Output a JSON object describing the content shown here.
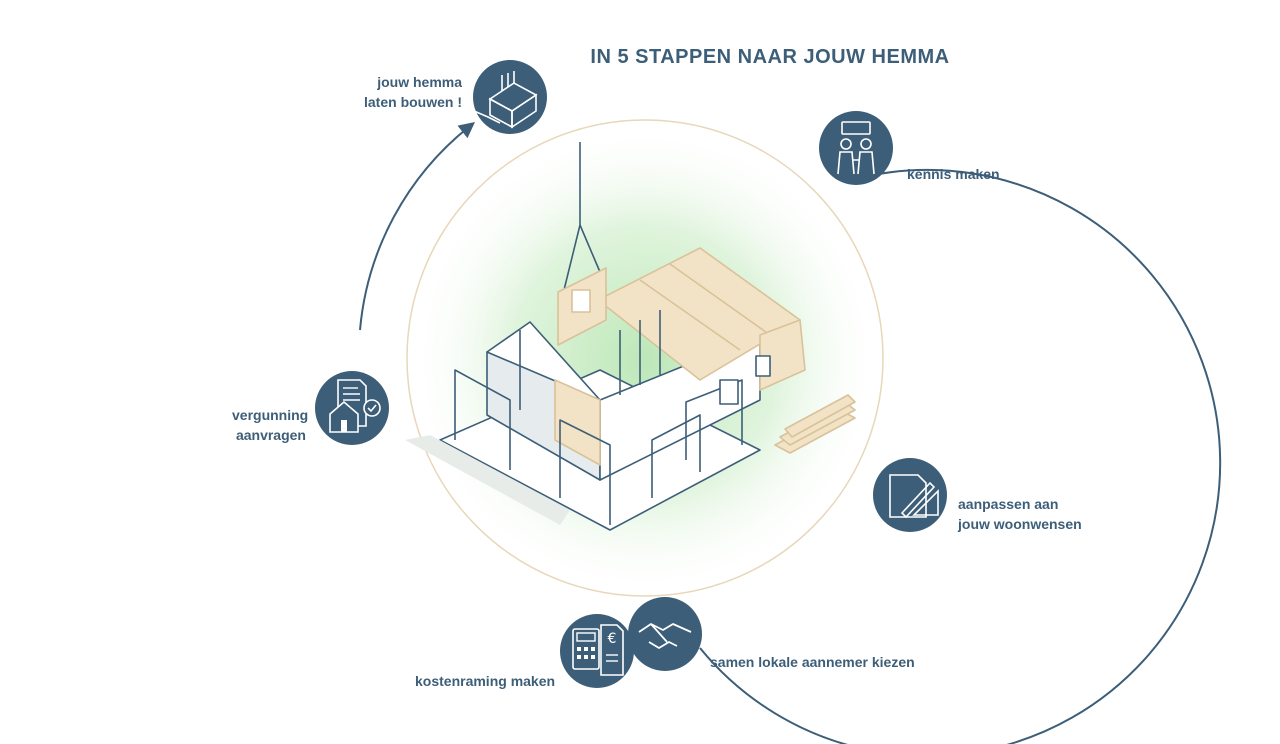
{
  "title": "IN 5 STAPPEN NAAR JOUW HEMMA",
  "colors": {
    "primary": "#3d5e78",
    "glow": "#c8ecc8",
    "wood": "#f3e3c6",
    "ring": "#e8d7b8"
  },
  "steps": [
    {
      "icon": "handshake-meeting-icon",
      "lines": [
        "kennis maken"
      ]
    },
    {
      "icon": "drawing-pen-ruler-icon",
      "lines": [
        "aanpassen aan",
        "jouw woonwensen"
      ]
    },
    {
      "icon": "handshake-icon",
      "lines": [
        "samen lokale aannemer kiezen"
      ]
    },
    {
      "icon": "calculator-invoice-icon",
      "lines": [
        "kostenraming maken"
      ]
    },
    {
      "icon": "permit-document-house-icon",
      "lines": [
        "vergunning",
        "aanvragen"
      ]
    },
    {
      "icon": "house-build-icon",
      "lines": [
        "jouw hemma",
        "laten bouwen !"
      ]
    }
  ]
}
